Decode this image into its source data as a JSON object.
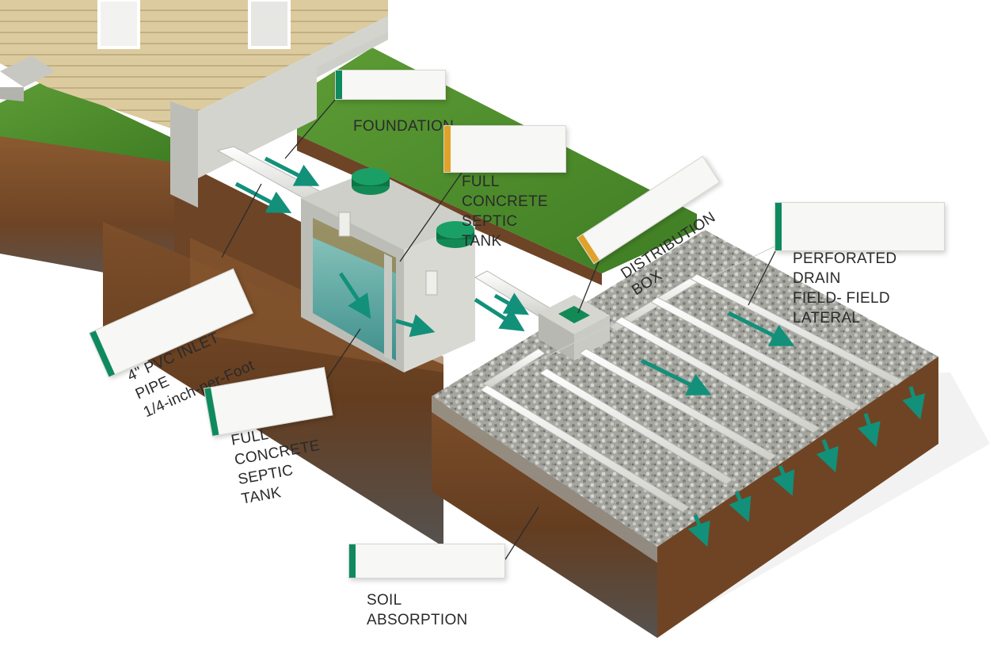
{
  "callouts": {
    "foundation": {
      "text": "FOUNDATION"
    },
    "septic_tank_top": {
      "text": "FULL CONCRETE\nSEPTIC TANK"
    },
    "distribution_box": {
      "text": "DISTRIBUTION BOX"
    },
    "drain_field": {
      "text": "PERFORATED DRAIN\nFIELD- FIELD LATERAL"
    },
    "inlet_pipe": {
      "text": "4\" PVC INLET PIPE\n1/4-inch-per-Foot"
    },
    "septic_tank_bottom": {
      "text": "FULL CONCRETE\nSEPTIC TANK"
    },
    "soil_absorption": {
      "text": "SOIL ABSORPTION"
    }
  },
  "colors": {
    "accent_green": "#0f8a5f",
    "accent_orange": "#e0a22a",
    "flow_arrow": "#12907a",
    "grass": "#4f8f2e",
    "soil": "#7a4f2c",
    "gravel": "#a9a9a4",
    "concrete": "#c9c9c4",
    "pipe": "#f1f1ee",
    "siding": "#d8c79a"
  },
  "icons": {
    "flow": "flow-arrow-icon",
    "lid": "tank-lid-icon"
  }
}
